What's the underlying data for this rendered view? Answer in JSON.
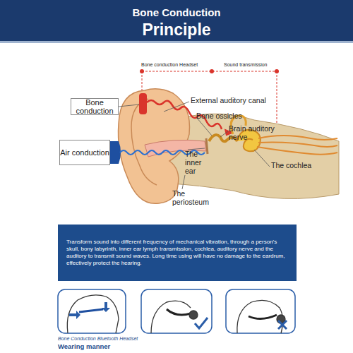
{
  "diagram": {
    "title": "Bone Conduction Principle",
    "nodes": [
      {
        "text": [
          "Bone conduction"
        ]
      },
      {
        "text": [
          "Air conduction"
        ]
      },
      {
        "text": [
          "Transform sound into different frequency of mechanical vibration, through a person's skull, bony labyrinth, inner ear lymph transmission, cochlea, auditory nerve and the auditory to transmit sound waves. Long time using will have no damage to the eardrum, effectively protect the hearing."
        ]
      }
    ],
    "labels": [
      "Bone conduction Headset",
      "Sound transmission",
      "External auditory canal",
      "Bone ossicles",
      "Brain auditory nerve",
      "The inner ear",
      "The cochlea",
      "The periosteum",
      "Bone Conduction Bluetooth Headset",
      "Wearing manner"
    ]
  }
}
